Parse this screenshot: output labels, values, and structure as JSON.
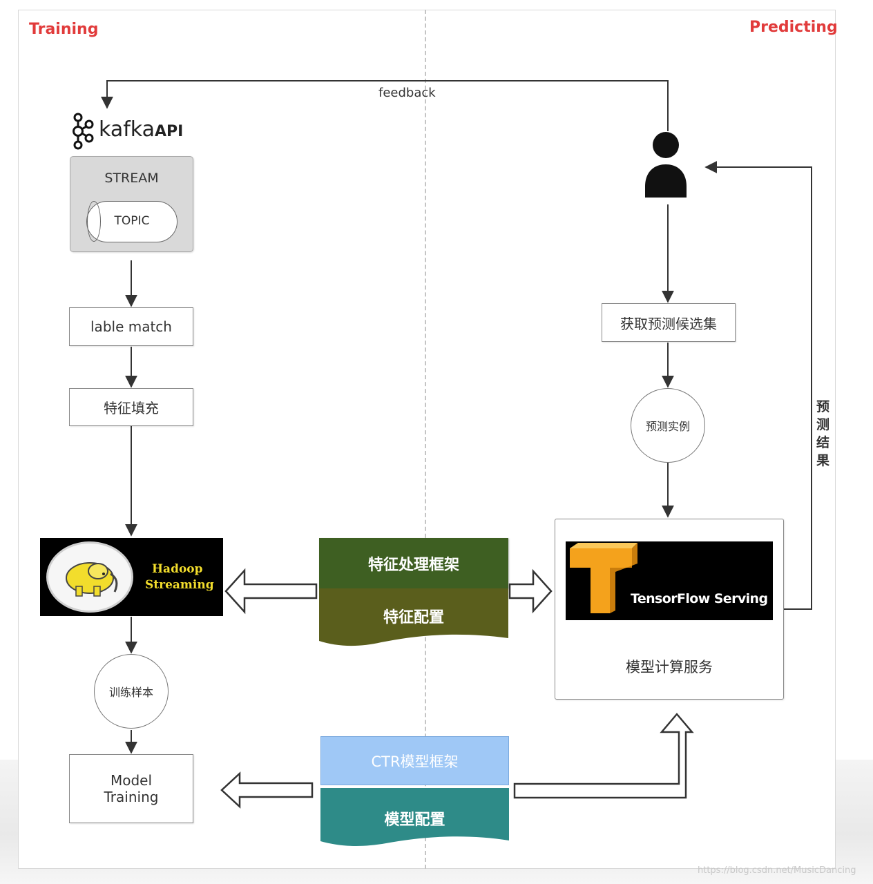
{
  "sections": {
    "training": "Training",
    "predicting": "Predicting"
  },
  "feedback_label": "feedback",
  "kafka": {
    "logo_text": "kafka",
    "api_label": "API"
  },
  "stream": {
    "label": "STREAM",
    "topic": "TOPIC"
  },
  "training_flow": {
    "label_match": "lable match",
    "feature_fill": "特征填充",
    "hadoop": {
      "line1": "Hadoop",
      "line2": "Streaming"
    },
    "sample": "训练样本",
    "model_training": {
      "line1": "Model",
      "line2": "Training"
    }
  },
  "shared": {
    "feature_framework": "特征处理框架",
    "feature_config": "特征配置",
    "ctr_framework": "CTR模型框架",
    "model_config": "模型配置"
  },
  "predict_flow": {
    "candidates": "获取预测候选集",
    "instance": "预测实例",
    "tf_serving": "TensorFlow Serving",
    "compute_service": "模型计算服务",
    "result": "预测结果"
  },
  "watermark": "https://blog.csdn.net/MusicDancing",
  "colors": {
    "accent_red": "#e13b3b",
    "feature_framework": "#3e5f22",
    "feature_config": "#5a5e1c",
    "ctr_framework": "#9fc8f6",
    "model_config": "#2e8b88",
    "tf_orange": "#f4a21c"
  }
}
